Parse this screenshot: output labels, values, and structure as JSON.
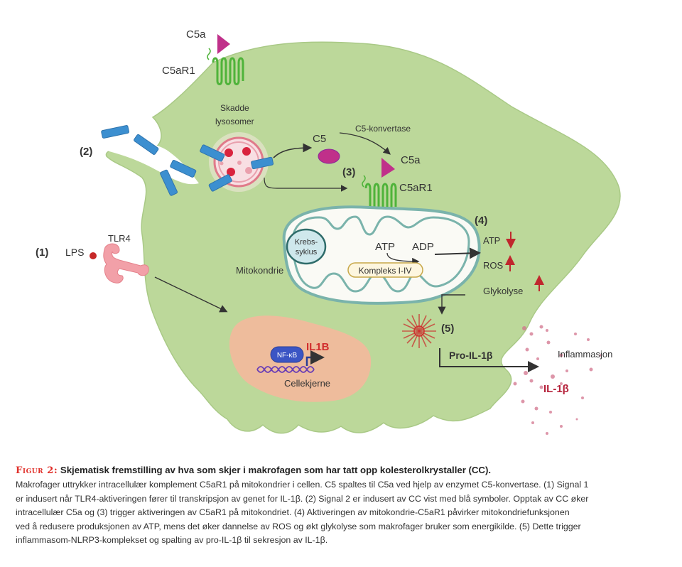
{
  "diagram": {
    "labels": {
      "c5a_top": "C5a",
      "c5ar1_top": "C5aR1",
      "skadde": "Skadde",
      "lysosomer": "lysosomer",
      "c5": "C5",
      "c5_konvertase": "C5-konvertase",
      "c5a_inner": "C5a",
      "step3": "(3)",
      "c5ar1_inner": "C5aR1",
      "step2": "(2)",
      "step1": "(1)",
      "lps": "LPS",
      "tlr4": "TLR4",
      "mitokondrie": "Mitokondrie",
      "krebs_line1": "Krebs-",
      "krebs_line2": "syklus",
      "atp": "ATP",
      "adp": "ADP",
      "kompleks": "Kompleks I-IV",
      "step4": "(4)",
      "atp_effect": "ATP",
      "ros_effect": "ROS",
      "glykolyse_effect": "Glykolyse",
      "step5": "(5)",
      "nfkb": "NF-κB",
      "il1b_gene": "IL1B",
      "cellekjerne": "Cellekjerne",
      "pro_il1b": "Pro-IL-1β",
      "inflammasjon": "Inflammasjon",
      "il1b_secreted": "IL-1β"
    },
    "effects": [
      {
        "name": "ATP",
        "direction": "down"
      },
      {
        "name": "ROS",
        "direction": "up"
      },
      {
        "name": "Glykolyse",
        "direction": "up"
      }
    ],
    "colors": {
      "cell": "#bcd89a",
      "cell_edge": "#a9c986",
      "receptor": "#4fb33a",
      "c5a": "#c0308a",
      "crystal": "#3c8fd0",
      "nucleus": "#f3b99c",
      "mito_membrane": "#7ab3ab",
      "tlr4": "#f2a0a8",
      "arrow_red": "#c0272d",
      "il1b_red": "#b5213a"
    }
  },
  "caption": {
    "figure_label": "Figur 2:",
    "title": " Skjematisk fremstilling av hva som skjer i makrofagen som har tatt opp kolesterolkrystaller (CC).",
    "lines": [
      "Makrofager uttrykker intracellulær komplement C5aR1 på mitokondrier i cellen. C5 spaltes til C5a ved hjelp av enzymet C5-konvertase. (1) Signal 1",
      "er indusert når TLR4-aktiveringen fører til transkripsjon av genet for IL-1β. (2) Signal 2 er indusert av CC vist med blå symboler. Opptak av CC øker",
      "intracellulær C5a og (3) trigger aktiveringen av C5aR1 på mitokondriet. (4) Aktiveringen av mitokondrie-C5aR1 påvirker mitokondriefunksjonen",
      "ved å redusere produksjonen av ATP, mens det øker dannelse av ROS og økt glykolyse som makrofager bruker som energikilde. (5) Dette trigger",
      "inflammasom-NLRP3-komplekset og spalting av pro-IL-1β til sekresjon av IL-1β."
    ]
  }
}
